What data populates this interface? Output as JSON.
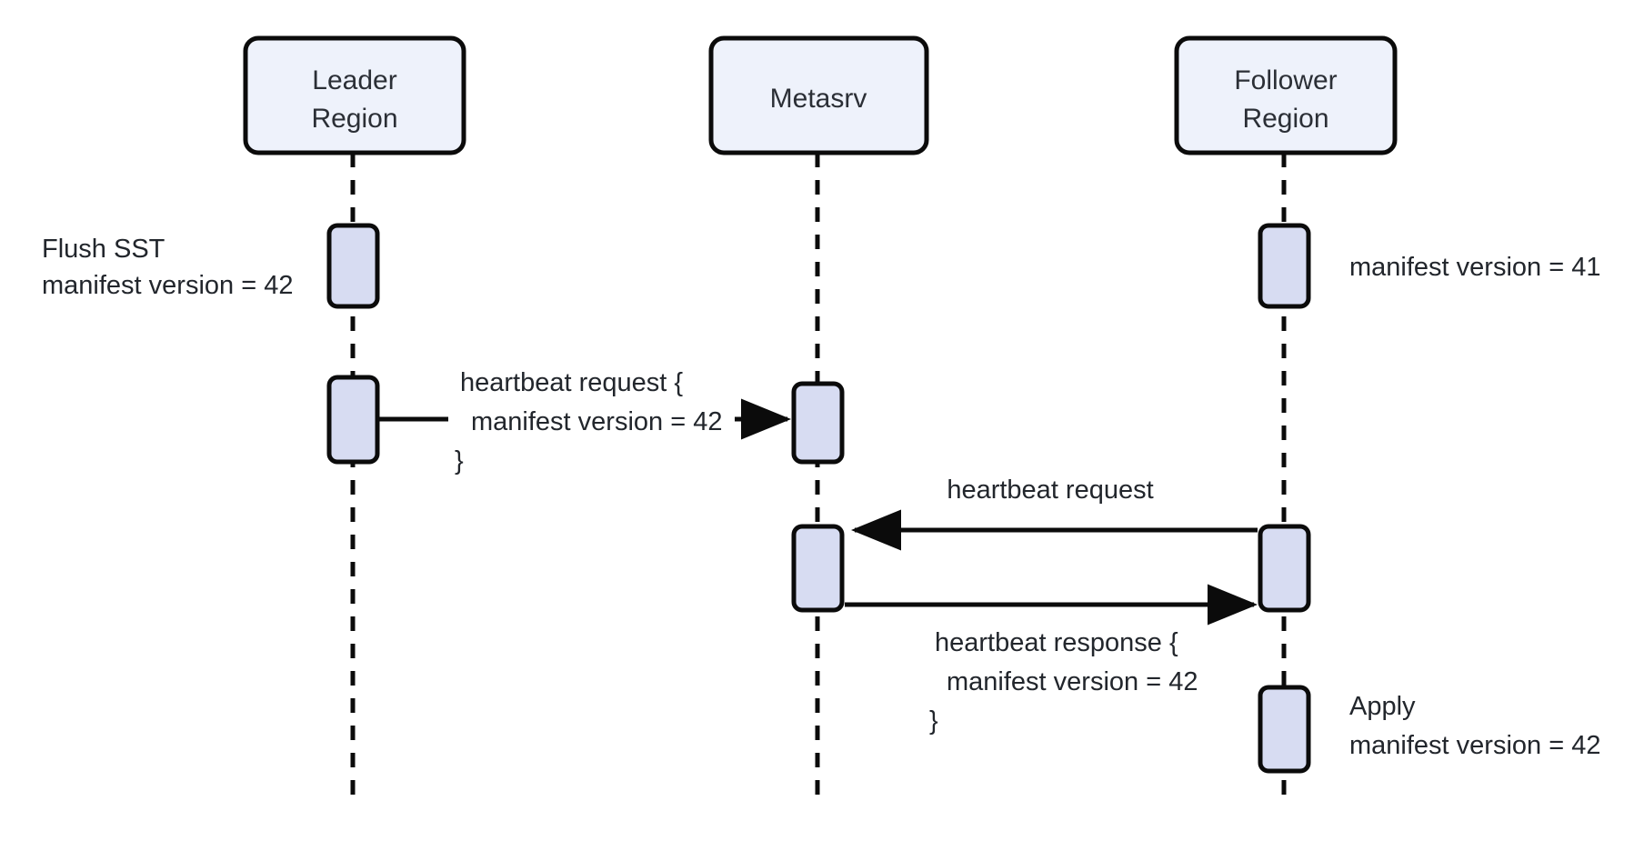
{
  "diagram": {
    "type": "sequence-diagram",
    "title": "",
    "background_color": "#ffffff",
    "participant_fill": "#eef2fb",
    "activation_fill": "#d7dcf2",
    "stroke_color": "#0b0b0b",
    "text_color": "#22262c"
  },
  "participants": [
    {
      "id": "leader",
      "name": "leader-region",
      "label_line1": "Leader",
      "label_line2": "Region"
    },
    {
      "id": "metasrv",
      "name": "metasrv",
      "label_line1": "Metasrv",
      "label_line2": ""
    },
    {
      "id": "follower",
      "name": "follower-region",
      "label_line1": "Follower",
      "label_line2": "Region"
    }
  ],
  "notes": [
    {
      "id": "note-flush-sst",
      "side": "left",
      "attached_to": "leader",
      "line1": "Flush SST",
      "line2": "manifest version = 42"
    },
    {
      "id": "note-follower-initial-version",
      "side": "right",
      "attached_to": "follower",
      "line1": "manifest version = 41",
      "line2": ""
    },
    {
      "id": "note-apply",
      "side": "right",
      "attached_to": "follower",
      "line1": "Apply",
      "line2": "manifest version = 42"
    }
  ],
  "messages": [
    {
      "id": "msg-heartbeat-request-leader",
      "from": "leader",
      "to": "metasrv",
      "direction": "right",
      "label_line1": "heartbeat request {",
      "label_line2": "manifest version = 42",
      "label_line3": "}"
    },
    {
      "id": "msg-heartbeat-request-follower",
      "from": "follower",
      "to": "metasrv",
      "direction": "left",
      "label_line1": "heartbeat request",
      "label_line2": "",
      "label_line3": ""
    },
    {
      "id": "msg-heartbeat-response",
      "from": "metasrv",
      "to": "follower",
      "direction": "right",
      "label_line1": "heartbeat response {",
      "label_line2": "manifest version = 42",
      "label_line3": "}"
    }
  ]
}
